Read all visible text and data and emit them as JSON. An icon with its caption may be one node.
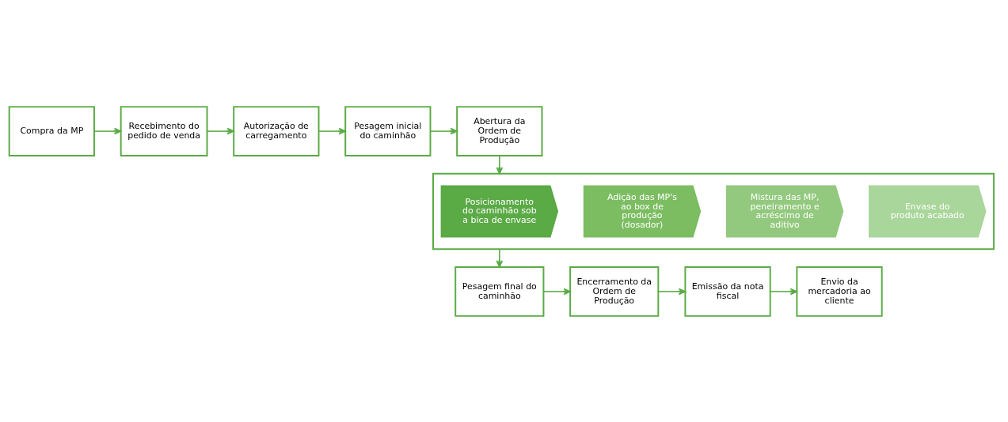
{
  "diagram": {
    "nodes": [
      {
        "text": [
          "Compra da MP"
        ]
      },
      {
        "text": [
          "Recebimento do pedido de venda"
        ]
      },
      {
        "text": [
          "Autorização de carregamento"
        ]
      },
      {
        "text": [
          "Pesagem inicial do caminhão"
        ]
      },
      {
        "text": [
          "Abertura da Ordem de Produção"
        ]
      },
      {
        "text": [],
        "shape": "box"
      },
      {
        "text": [
          "Posicionamento do caminhão sob a bica de envase"
        ],
        "in": 5
      },
      {
        "text": [
          "Adição das MP's ao box de produção (dosador)"
        ],
        "in": 5
      },
      {
        "text": [
          "Mistura das MP, peneiramento e acréscimo de aditivo"
        ],
        "in": 5
      },
      {
        "text": [
          "Envase do produto acabado"
        ],
        "in": 5
      },
      {
        "text": [
          "Pesagem final do caminhão"
        ]
      },
      {
        "text": [
          "Encerramento da Ordem de Produção"
        ]
      },
      {
        "text": [
          "Emissão da nota fiscal"
        ]
      },
      {
        "text": [
          "Envio da mercadoria ao cliente"
        ]
      }
    ],
    "edges": [
      {
        "from": 0,
        "to": 1,
        "arrow": "to"
      },
      {
        "from": 1,
        "to": 2,
        "arrow": "to"
      },
      {
        "from": 2,
        "to": 3,
        "arrow": "to"
      },
      {
        "from": 3,
        "to": 4,
        "arrow": "to"
      },
      {
        "from": 4,
        "to": 5,
        "arrow": "to"
      },
      {
        "from": 5,
        "to": 10,
        "arrow": "to"
      },
      {
        "from": 10,
        "to": 11,
        "arrow": "to"
      },
      {
        "from": 11,
        "to": 12,
        "arrow": "to"
      },
      {
        "from": 12,
        "to": 13,
        "arrow": "to"
      }
    ]
  }
}
